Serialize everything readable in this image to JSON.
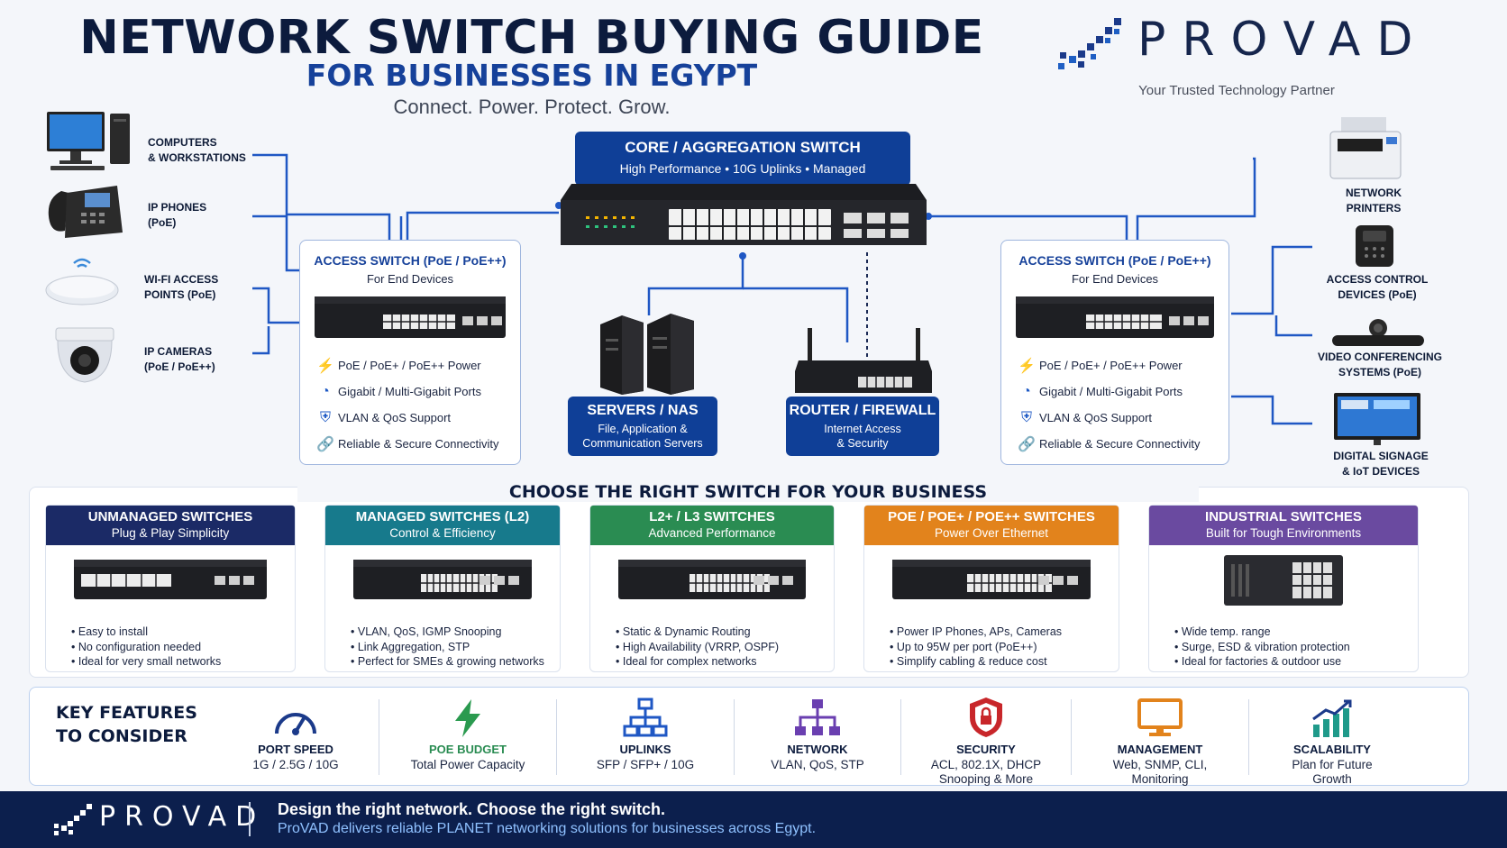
{
  "header": {
    "title": "NETWORK SWITCH BUYING GUIDE",
    "subtitle": "FOR BUSINESSES IN EGYPT",
    "tagline": "Connect. Power. Protect. Grow."
  },
  "brand": {
    "name": "PROVAD",
    "slogan": "Your Trusted Technology Partner"
  },
  "colors": {
    "navy": "#0c1b3d",
    "blue": "#0f3f97",
    "teal": "#177a8c",
    "green": "#2a8c52",
    "orange": "#e2831c",
    "purple": "#6a4aa0"
  },
  "left_devices": [
    {
      "label": "COMPUTERS\n& WORKSTATIONS",
      "icon": "computer-icon"
    },
    {
      "label": "IP PHONES\n(PoE)",
      "icon": "phone-icon"
    },
    {
      "label": "WI-FI ACCESS\nPOINTS (PoE)",
      "icon": "wifi-ap-icon"
    },
    {
      "label": "IP CAMERAS\n(PoE / PoE++)",
      "icon": "camera-icon"
    }
  ],
  "right_devices": [
    {
      "label": "NETWORK\nPRINTERS",
      "icon": "printer-icon"
    },
    {
      "label": "ACCESS CONTROL\nDEVICES (PoE)",
      "icon": "access-control-icon"
    },
    {
      "label": "VIDEO CONFERENCING\nSYSTEMS (PoE)",
      "icon": "video-conf-icon"
    },
    {
      "label": "DIGITAL SIGNAGE\n& IoT DEVICES",
      "icon": "signage-icon"
    }
  ],
  "core": {
    "title": "CORE / AGGREGATION SWITCH",
    "subtitle": "High Performance • 10G Uplinks • Managed"
  },
  "access_left": {
    "title": "ACCESS SWITCH (PoE / PoE++)",
    "subtitle": "For End Devices",
    "features": [
      {
        "icon": "bolt-icon",
        "text": "PoE / PoE+ / PoE++ Power"
      },
      {
        "icon": "speed-icon",
        "text": "Gigabit / Multi-Gigabit Ports"
      },
      {
        "icon": "shield-icon",
        "text": "VLAN & QoS Support"
      },
      {
        "icon": "link-icon",
        "text": "Reliable & Secure Connectivity"
      }
    ]
  },
  "access_right": {
    "title": "ACCESS SWITCH (PoE / PoE++)",
    "subtitle": "For End Devices",
    "features": [
      {
        "icon": "bolt-icon",
        "text": "PoE / PoE+ / PoE++ Power"
      },
      {
        "icon": "speed-icon",
        "text": "Gigabit / Multi-Gigabit Ports"
      },
      {
        "icon": "shield-icon",
        "text": "VLAN & QoS Support"
      },
      {
        "icon": "link-icon",
        "text": "Reliable & Secure Connectivity"
      }
    ]
  },
  "servers": {
    "title": "SERVERS / NAS",
    "subtitle": "File, Application &\nCommunication Servers"
  },
  "router": {
    "title": "ROUTER / FIREWALL",
    "subtitle": "Internet Access\n& Security"
  },
  "choose": {
    "heading": "CHOOSE THE RIGHT SWITCH FOR YOUR BUSINESS",
    "types": [
      {
        "title": "UNMANAGED SWITCHES",
        "subtitle": "Plug & Play Simplicity",
        "color": "#1b2a66",
        "bullets": [
          "Easy to install",
          "No configuration needed",
          "Ideal for very small networks"
        ]
      },
      {
        "title": "MANAGED SWITCHES (L2)",
        "subtitle": "Control & Efficiency",
        "color": "#177a8c",
        "bullets": [
          "VLAN, QoS, IGMP Snooping",
          "Link Aggregation, STP",
          "Perfect for SMEs & growing networks"
        ]
      },
      {
        "title": "L2+ / L3 SWITCHES",
        "subtitle": "Advanced Performance",
        "color": "#2a8c52",
        "bullets": [
          "Static & Dynamic Routing",
          "High Availability (VRRP, OSPF)",
          "Ideal for complex networks"
        ]
      },
      {
        "title": "POE / POE+ / POE++ SWITCHES",
        "subtitle": "Power Over Ethernet",
        "color": "#e2831c",
        "bullets": [
          "Power IP Phones, APs, Cameras",
          "Up to 95W per port (PoE++)",
          "Simplify cabling & reduce cost"
        ]
      },
      {
        "title": "INDUSTRIAL SWITCHES",
        "subtitle": "Built for Tough Environments",
        "color": "#6a4aa0",
        "bullets": [
          "Wide temp. range",
          "Surge, ESD & vibration protection",
          "Ideal for factories & outdoor use"
        ]
      }
    ]
  },
  "key_features": {
    "heading": "KEY FEATURES\nTO CONSIDER",
    "items": [
      {
        "title": "PORT SPEED",
        "desc": "1G / 2.5G / 10G",
        "icon": "gauge-icon"
      },
      {
        "title": "POE BUDGET",
        "desc": "Total Power Capacity",
        "icon": "bolt-icon"
      },
      {
        "title": "UPLINKS",
        "desc": "SFP / SFP+ / 10G",
        "icon": "uplink-icon"
      },
      {
        "title": "NETWORK",
        "desc": "VLAN, QoS, STP",
        "icon": "network-icon"
      },
      {
        "title": "SECURITY",
        "desc": "ACL, 802.1X, DHCP\nSnooping & More",
        "icon": "security-shield-icon"
      },
      {
        "title": "MANAGEMENT",
        "desc": "Web, SNMP, CLI,\nMonitoring",
        "icon": "monitor-icon"
      },
      {
        "title": "SCALABILITY",
        "desc": "Plan for Future\nGrowth",
        "icon": "growth-chart-icon"
      }
    ]
  },
  "footer": {
    "brand": "PROVAD",
    "line1": "Design the right network. Choose the right switch.",
    "line2": "ProVAD delivers reliable PLANET networking solutions for businesses across Egypt."
  }
}
